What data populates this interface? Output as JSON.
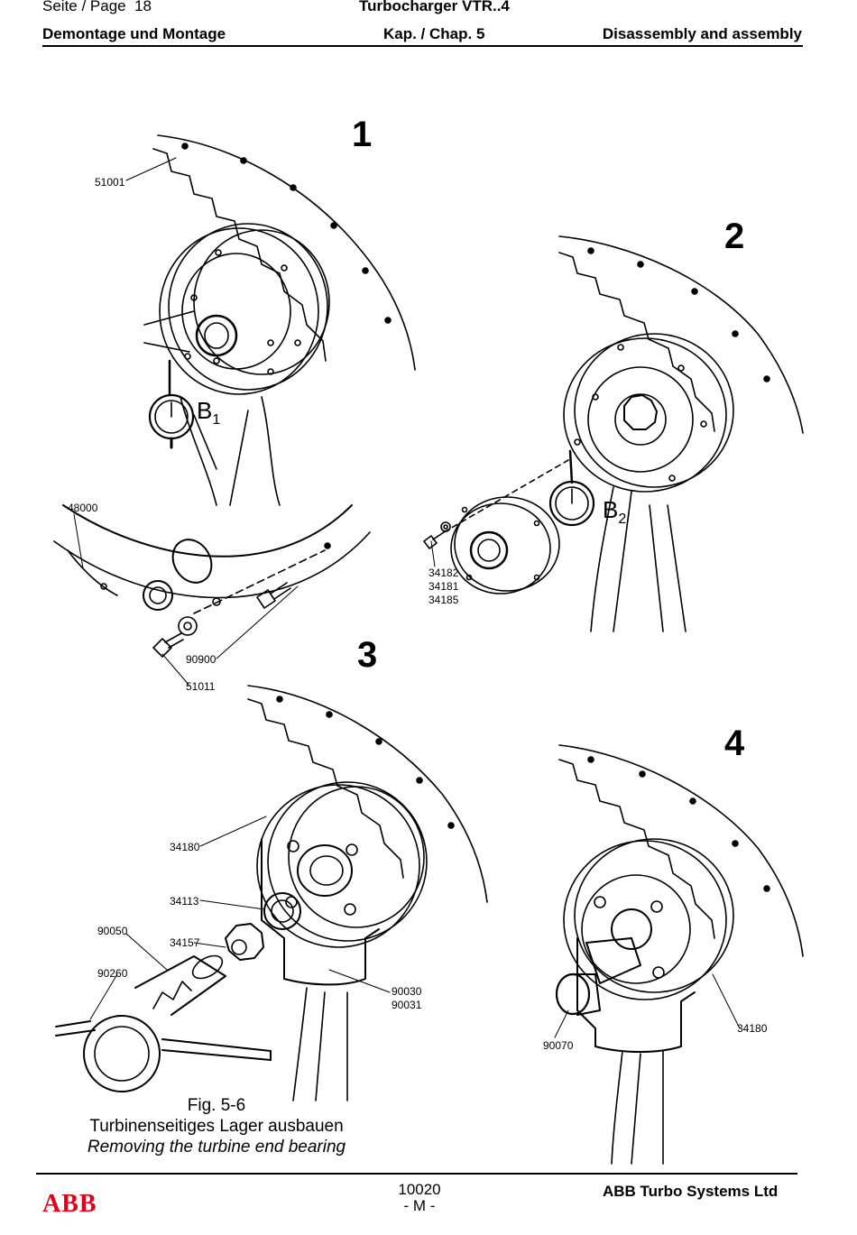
{
  "header": {
    "page_label": "Seite / Page",
    "page_number": "18",
    "title": "Turbocharger VTR..4",
    "left_section": "Demontage und Montage",
    "chapter": "Kap. / Chap. 5",
    "right_section": "Disassembly and assembly"
  },
  "figure": {
    "step_numbers": [
      "1",
      "2",
      "3",
      "4"
    ],
    "panel1": {
      "labels": [
        "51001",
        "48000",
        "90900",
        "51011"
      ],
      "gauge_label": "B",
      "gauge_sub": "1"
    },
    "panel2": {
      "labels": [
        "34182",
        "34181",
        "34185"
      ],
      "gauge_label": "B",
      "gauge_sub": "2"
    },
    "panel3": {
      "labels": [
        "34180",
        "34113",
        "90050",
        "34157",
        "90260",
        "90030",
        "90031"
      ]
    },
    "panel4": {
      "labels": [
        "90070",
        "34180"
      ]
    }
  },
  "caption": {
    "fig": "Fig. 5-6",
    "german": "Turbinenseitiges Lager ausbauen",
    "english": "Removing the turbine end bearing"
  },
  "footer": {
    "logo": "ABB",
    "doc_number": "10020",
    "revision": "- M -",
    "company": "ABB Turbo Systems Ltd"
  },
  "colors": {
    "logo_red": "#e2001a",
    "ink": "#000000"
  }
}
